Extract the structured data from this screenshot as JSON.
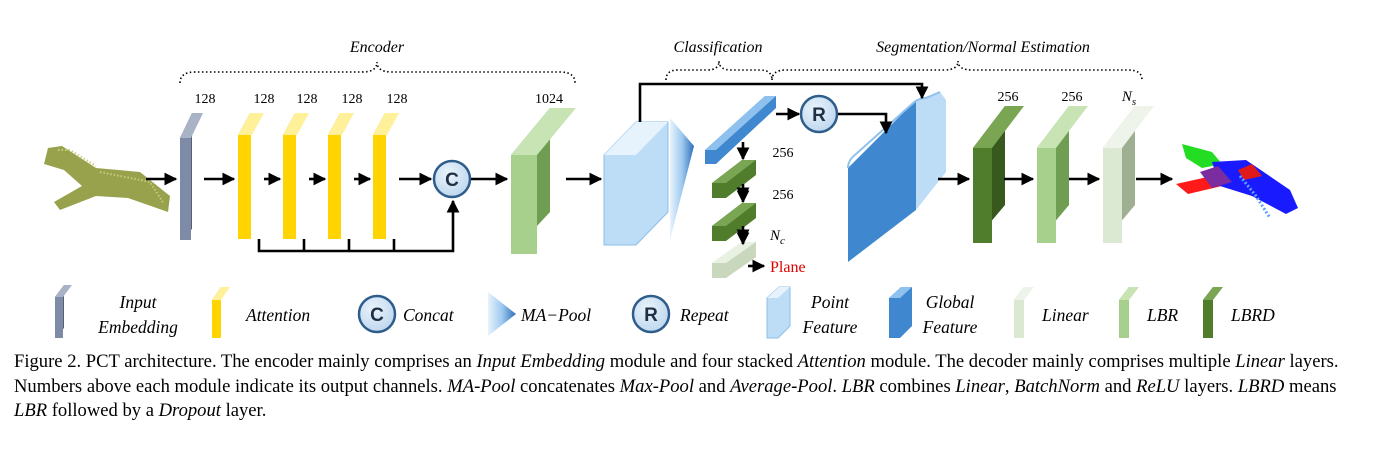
{
  "groups": {
    "encoder": "Encoder",
    "classification": "Classification",
    "segmentation": "Segmentation/Normal Estimation"
  },
  "channels": {
    "embed": "128",
    "att1": "128",
    "att2": "128",
    "att3": "128",
    "att4": "128",
    "global_lbr": "1024",
    "cls1": "256",
    "cls2": "256",
    "cls_out": "N",
    "cls_out_sub": "c",
    "seg1": "256",
    "seg2": "256",
    "seg_out": "N",
    "seg_out_sub": "s"
  },
  "nodes": {
    "concat": "C",
    "repeat": "R"
  },
  "output_label": "Plane",
  "legend": {
    "input_embedding_1": "Input",
    "input_embedding_2": "Embedding",
    "attention": "Attention",
    "concat_symbol": "C",
    "concat": "Concat",
    "mapool": "MA−Pool",
    "repeat_symbol": "R",
    "repeat": "Repeat",
    "point_feature_1": "Point",
    "point_feature_2": "Feature",
    "global_feature_1": "Global",
    "global_feature_2": "Feature",
    "linear": "Linear",
    "lbr": "LBR",
    "lbrd": "LBRD"
  },
  "caption": [
    {
      "t": "Figure 2.  PCT architecture.  The encoder mainly comprises an ",
      "i": false
    },
    {
      "t": "Input Embedding",
      "i": true
    },
    {
      "t": " module and four stacked ",
      "i": false
    },
    {
      "t": "Attention",
      "i": true
    },
    {
      "t": " module. The decoder mainly comprises multiple ",
      "i": false
    },
    {
      "t": "Linear",
      "i": true
    },
    {
      "t": " layers. Numbers above each module indicate its output channels. ",
      "i": false
    },
    {
      "t": "MA-Pool",
      "i": true
    },
    {
      "t": " concatenates ",
      "i": false
    },
    {
      "t": "Max-Pool",
      "i": true
    },
    {
      "t": " and ",
      "i": false
    },
    {
      "t": "Average-Pool",
      "i": true
    },
    {
      "t": ". ",
      "i": false
    },
    {
      "t": "LBR",
      "i": true
    },
    {
      "t": " combines ",
      "i": false
    },
    {
      "t": "Linear",
      "i": true
    },
    {
      "t": ", ",
      "i": false
    },
    {
      "t": "BatchNorm",
      "i": true
    },
    {
      "t": " and ",
      "i": false
    },
    {
      "t": "ReLU",
      "i": true
    },
    {
      "t": " layers. ",
      "i": false
    },
    {
      "t": "LBRD",
      "i": true
    },
    {
      "t": " means ",
      "i": false
    },
    {
      "t": "LBR",
      "i": true
    },
    {
      "t": " followed by a ",
      "i": false
    },
    {
      "t": "Dropout",
      "i": true
    },
    {
      "t": " layer.",
      "i": false
    }
  ],
  "colors": {
    "embedding": "#7d8ba6",
    "attention": "#ffd400",
    "point_feature": "#bddcf5",
    "global_feature": "#3f88cf",
    "linear": "#dbe8d2",
    "lbr": "#a7d08c",
    "lbrd": "#4f7d2c",
    "plane_text": "#e00000"
  }
}
